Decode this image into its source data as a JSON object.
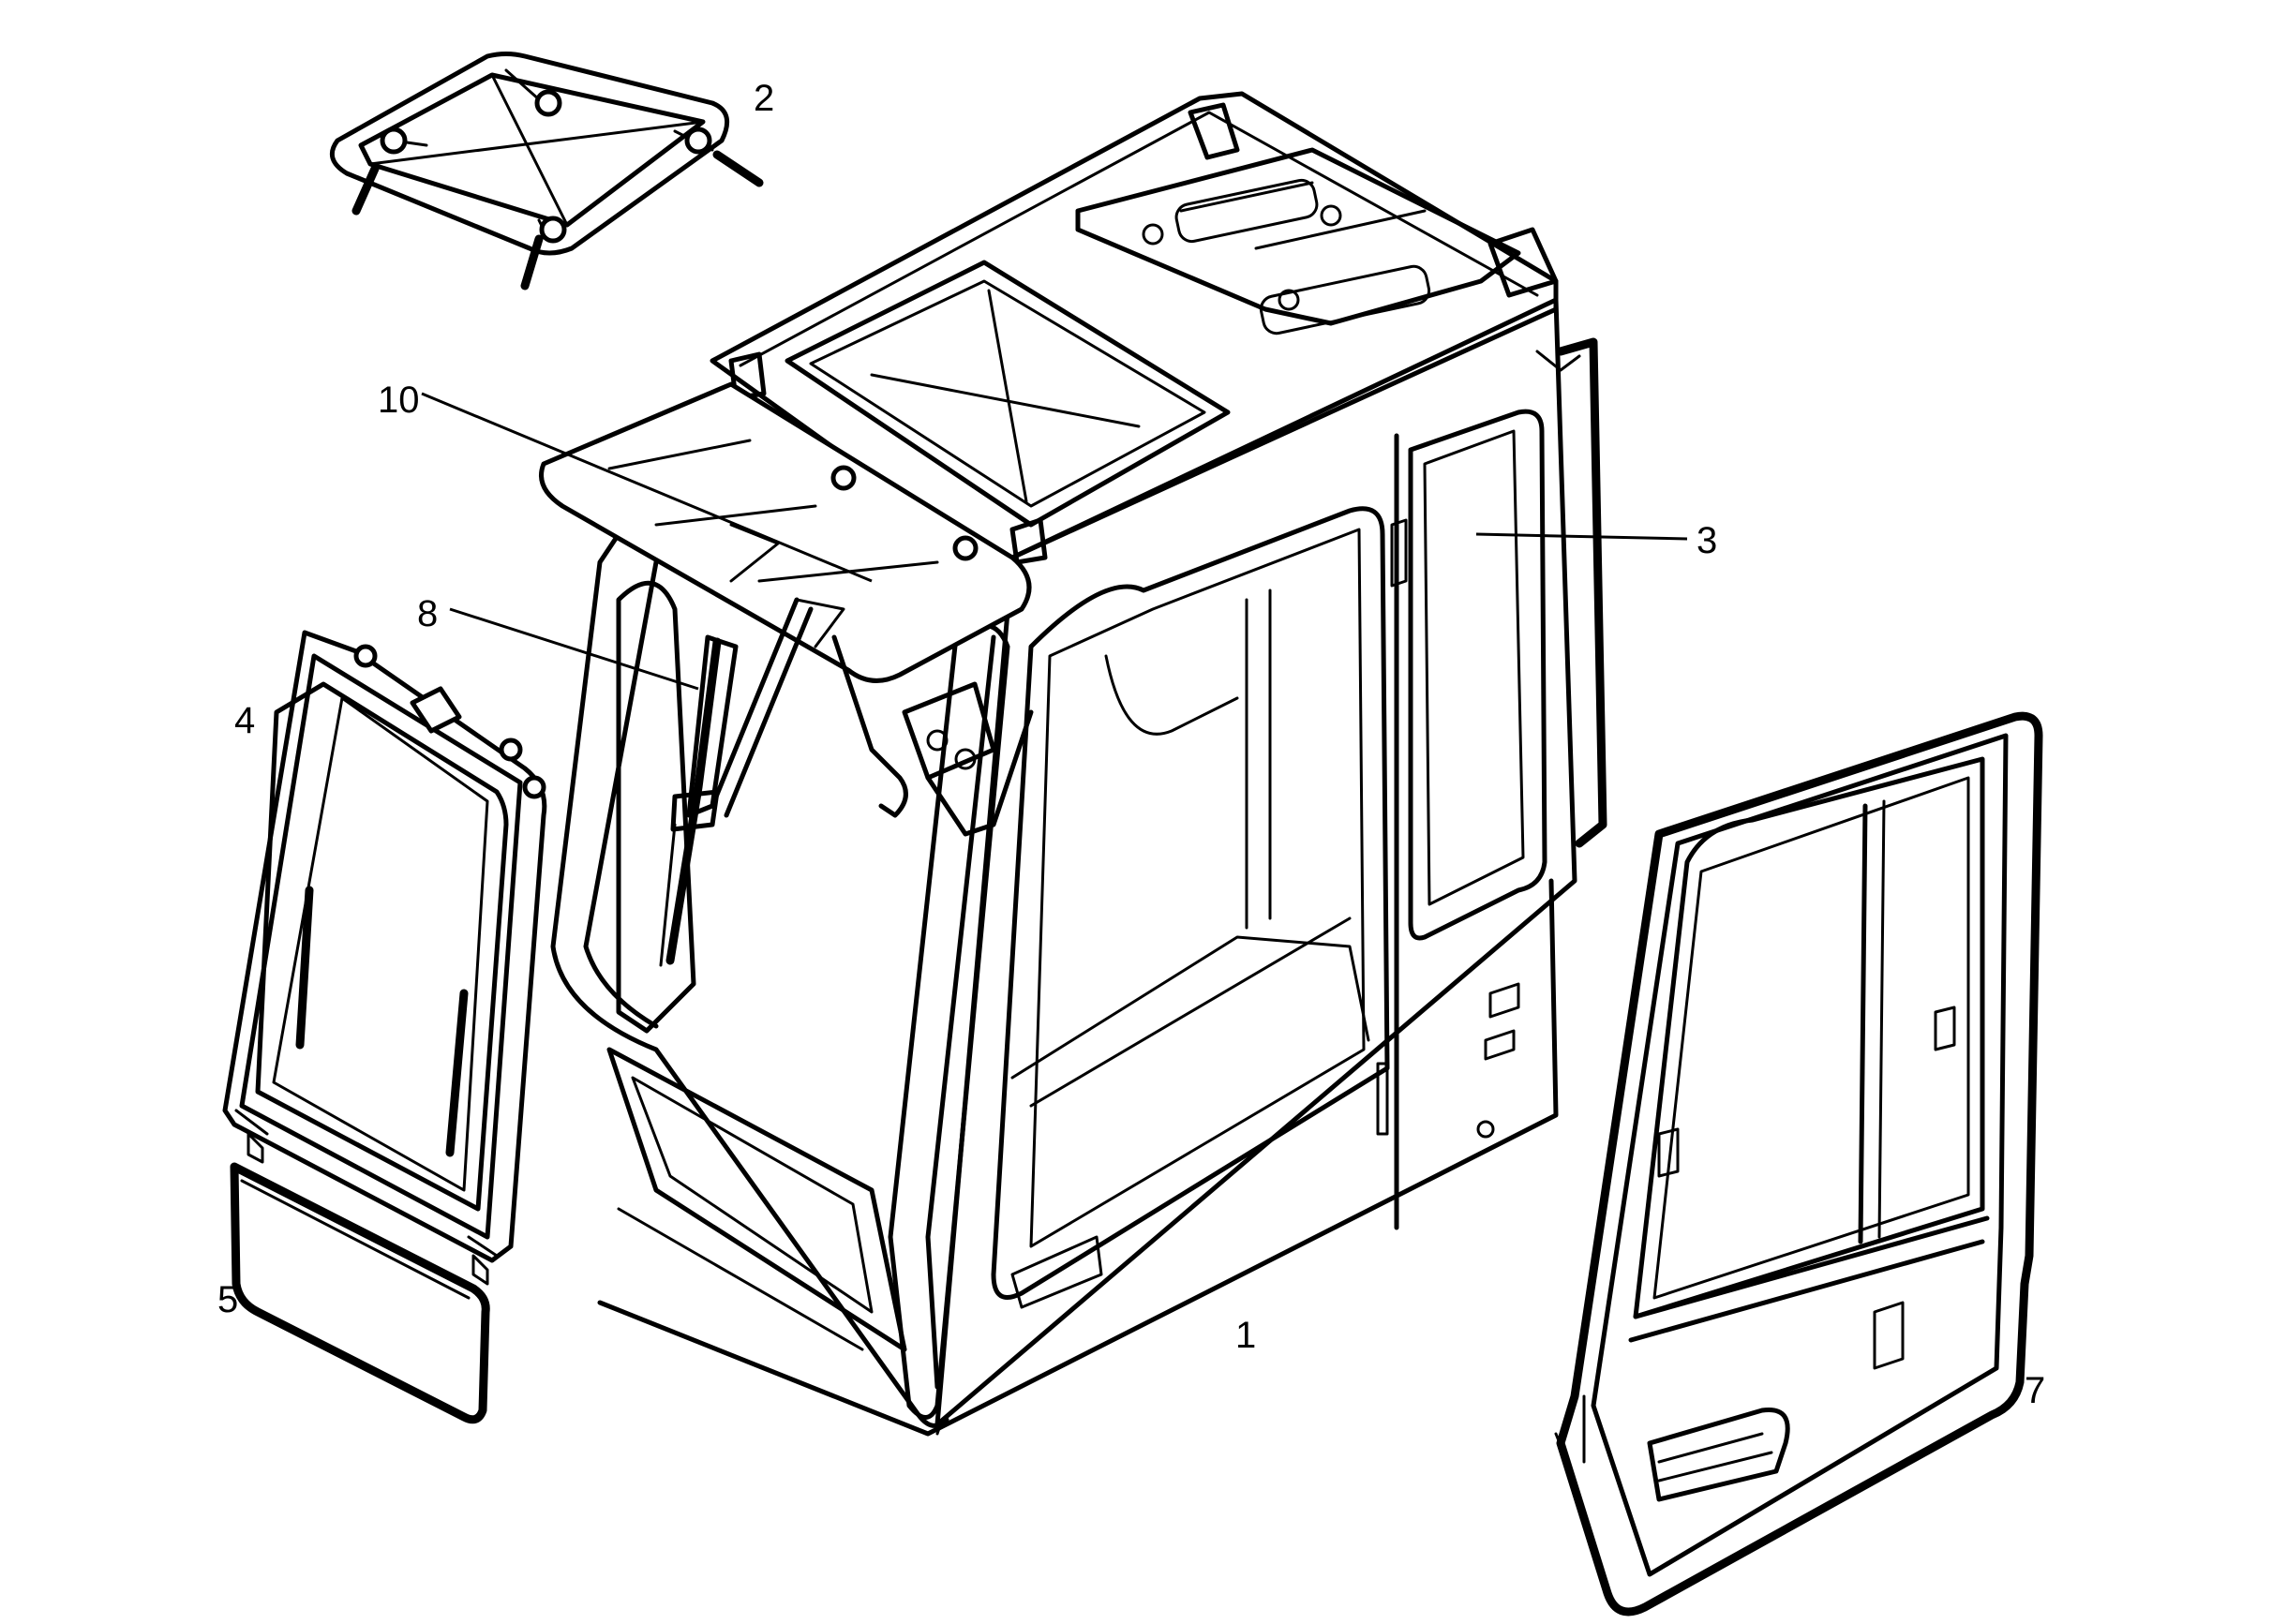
{
  "diagram": {
    "callouts": [
      {
        "id": "cab-frame",
        "label": "1"
      },
      {
        "id": "roof-hatch",
        "label": "2"
      },
      {
        "id": "rear-side-window",
        "label": "3"
      },
      {
        "id": "front-window",
        "label": "4"
      },
      {
        "id": "lower-front-glass",
        "label": "5"
      },
      {
        "id": "door",
        "label": "7"
      },
      {
        "id": "wiper",
        "label": "8"
      },
      {
        "id": "sun-visor",
        "label": "10"
      }
    ]
  }
}
